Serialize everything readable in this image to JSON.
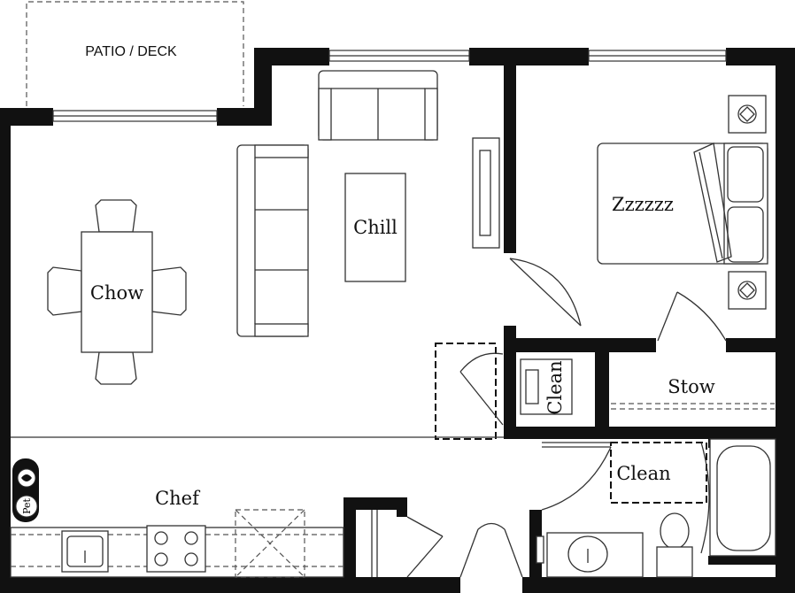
{
  "labels": {
    "patio": "PATIO / DECK",
    "chill": "Chill",
    "chow": "Chow",
    "zzz": "Zzzzzz",
    "stow": "Stow",
    "clean_closet": "Clean",
    "clean_bath": "Clean",
    "chef": "Chef",
    "pet": "Pet"
  },
  "icons": {
    "pet_bowl": "pet-bowl-icon"
  }
}
